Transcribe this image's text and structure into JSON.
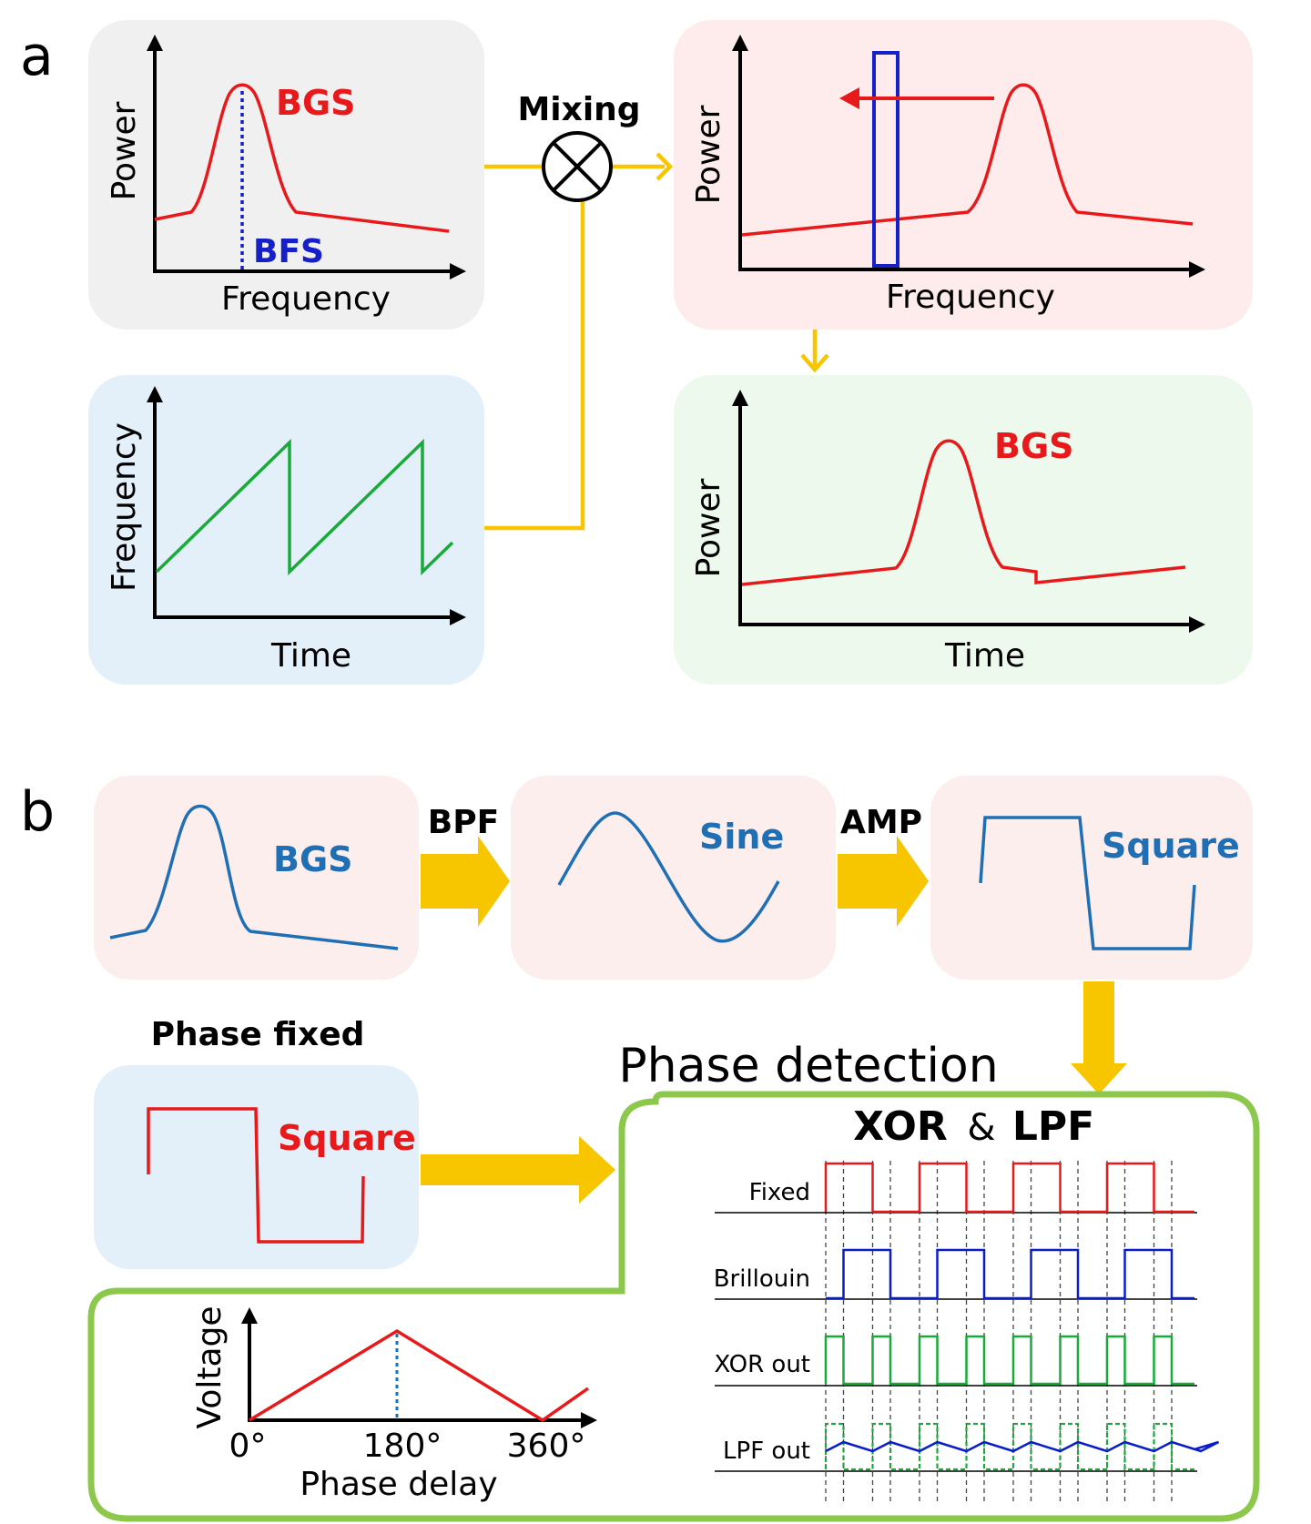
{
  "panel_a": {
    "letter": "a",
    "mixing_label": "Mixing",
    "top_left": {
      "ylabel": "Power",
      "xlabel": "Frequency",
      "peak_label": "BGS",
      "marker_label": "BFS"
    },
    "bottom_left": {
      "ylabel": "Frequency",
      "xlabel": "Time"
    },
    "top_right": {
      "ylabel": "Power",
      "xlabel": "Frequency"
    },
    "bottom_right": {
      "ylabel": "Power",
      "xlabel": "Time",
      "peak_label": "BGS"
    }
  },
  "panel_b": {
    "letter": "b",
    "box1_label": "BGS",
    "arrow1_label": "BPF",
    "box2_label": "Sine",
    "arrow2_label": "AMP",
    "box3_label": "Square",
    "phase_fixed_title": "Phase fixed",
    "phase_fixed_label": "Square",
    "phase_detection_title": "Phase detection",
    "xor_label": "XOR",
    "amp_sym": "&",
    "lpf_label": "LPF",
    "rows": [
      "Fixed",
      "Brillouin",
      "XOR out",
      "LPF out"
    ],
    "voltage_plot": {
      "ylabel": "Voltage",
      "xlabel": "Phase delay",
      "ticks": [
        "0°",
        "180°",
        "360°"
      ]
    }
  },
  "colors": {
    "red": "#e8191b",
    "blue": "#1f6fb5",
    "dark_blue": "#0a1ec8",
    "green": "#1aaa3a",
    "yellow": "#f7c600",
    "frame_green": "#8cc84b",
    "gray_bg": "#f0f0f0",
    "pink_bg": "#fdeceb",
    "light_blue_bg": "#e3f0f9",
    "light_green_bg": "#ecf9ec",
    "light_pink_bg": "#fdeeee"
  }
}
